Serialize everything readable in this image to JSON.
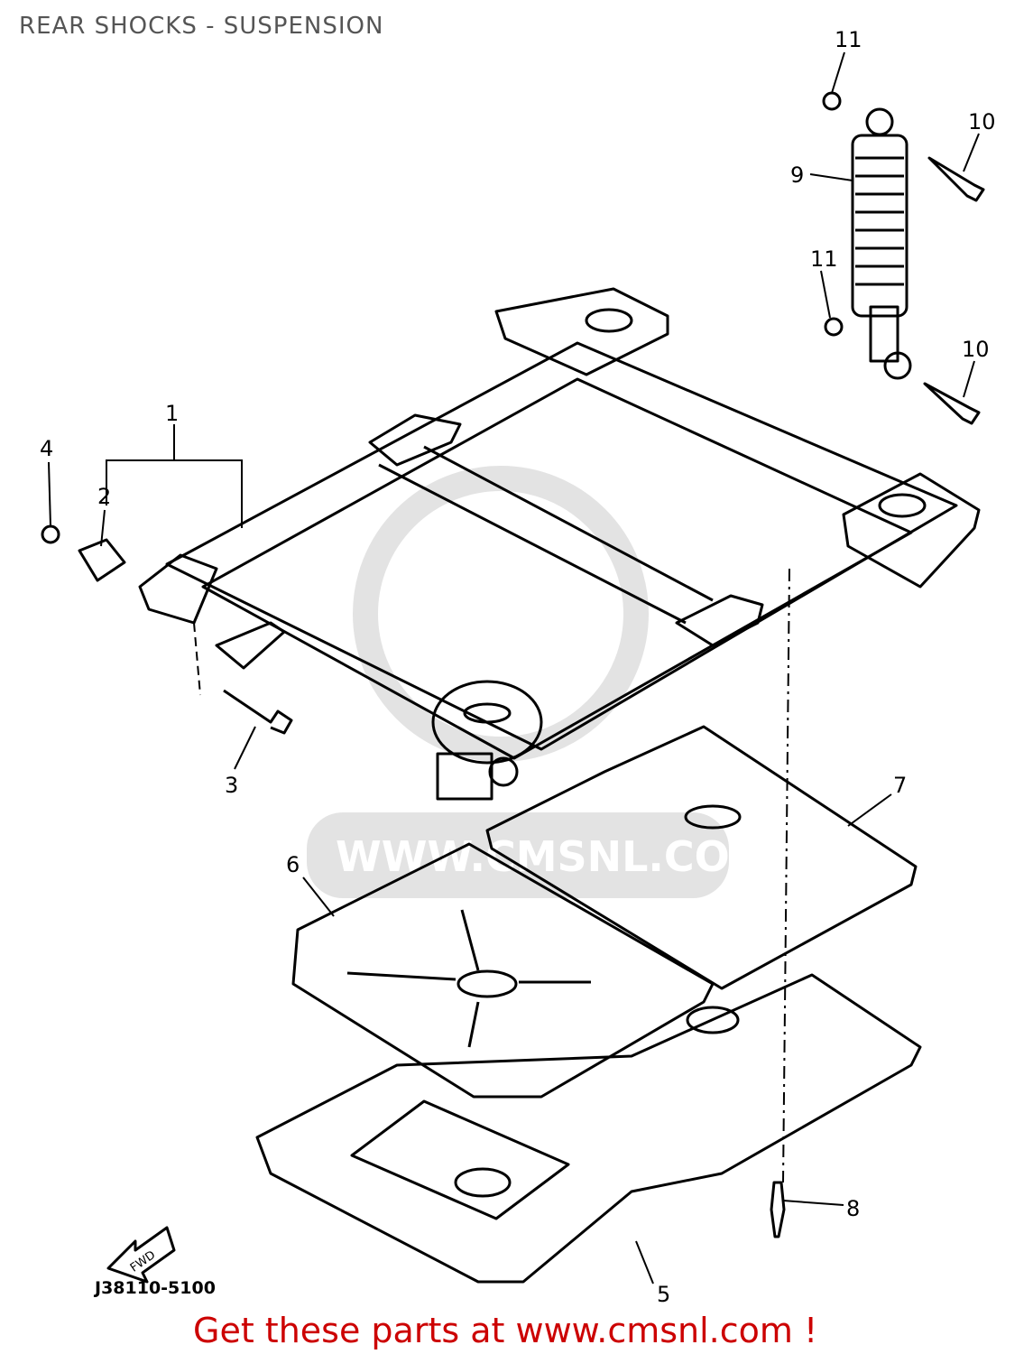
{
  "title": "REAR SHOCKS - SUSPENSION",
  "diagram_code": "J38110-5100",
  "promo_text": "Get these parts at www.cmsnl.com !",
  "watermark": "WWW.CMSNL.COM",
  "fwd_label": "FWD",
  "callouts": [
    "1",
    "2",
    "3",
    "4",
    "5",
    "6",
    "7",
    "8",
    "9",
    "10",
    "10",
    "11",
    "11"
  ],
  "colors": {
    "promo": "#cc0000",
    "watermark": "#e0e0e0"
  }
}
